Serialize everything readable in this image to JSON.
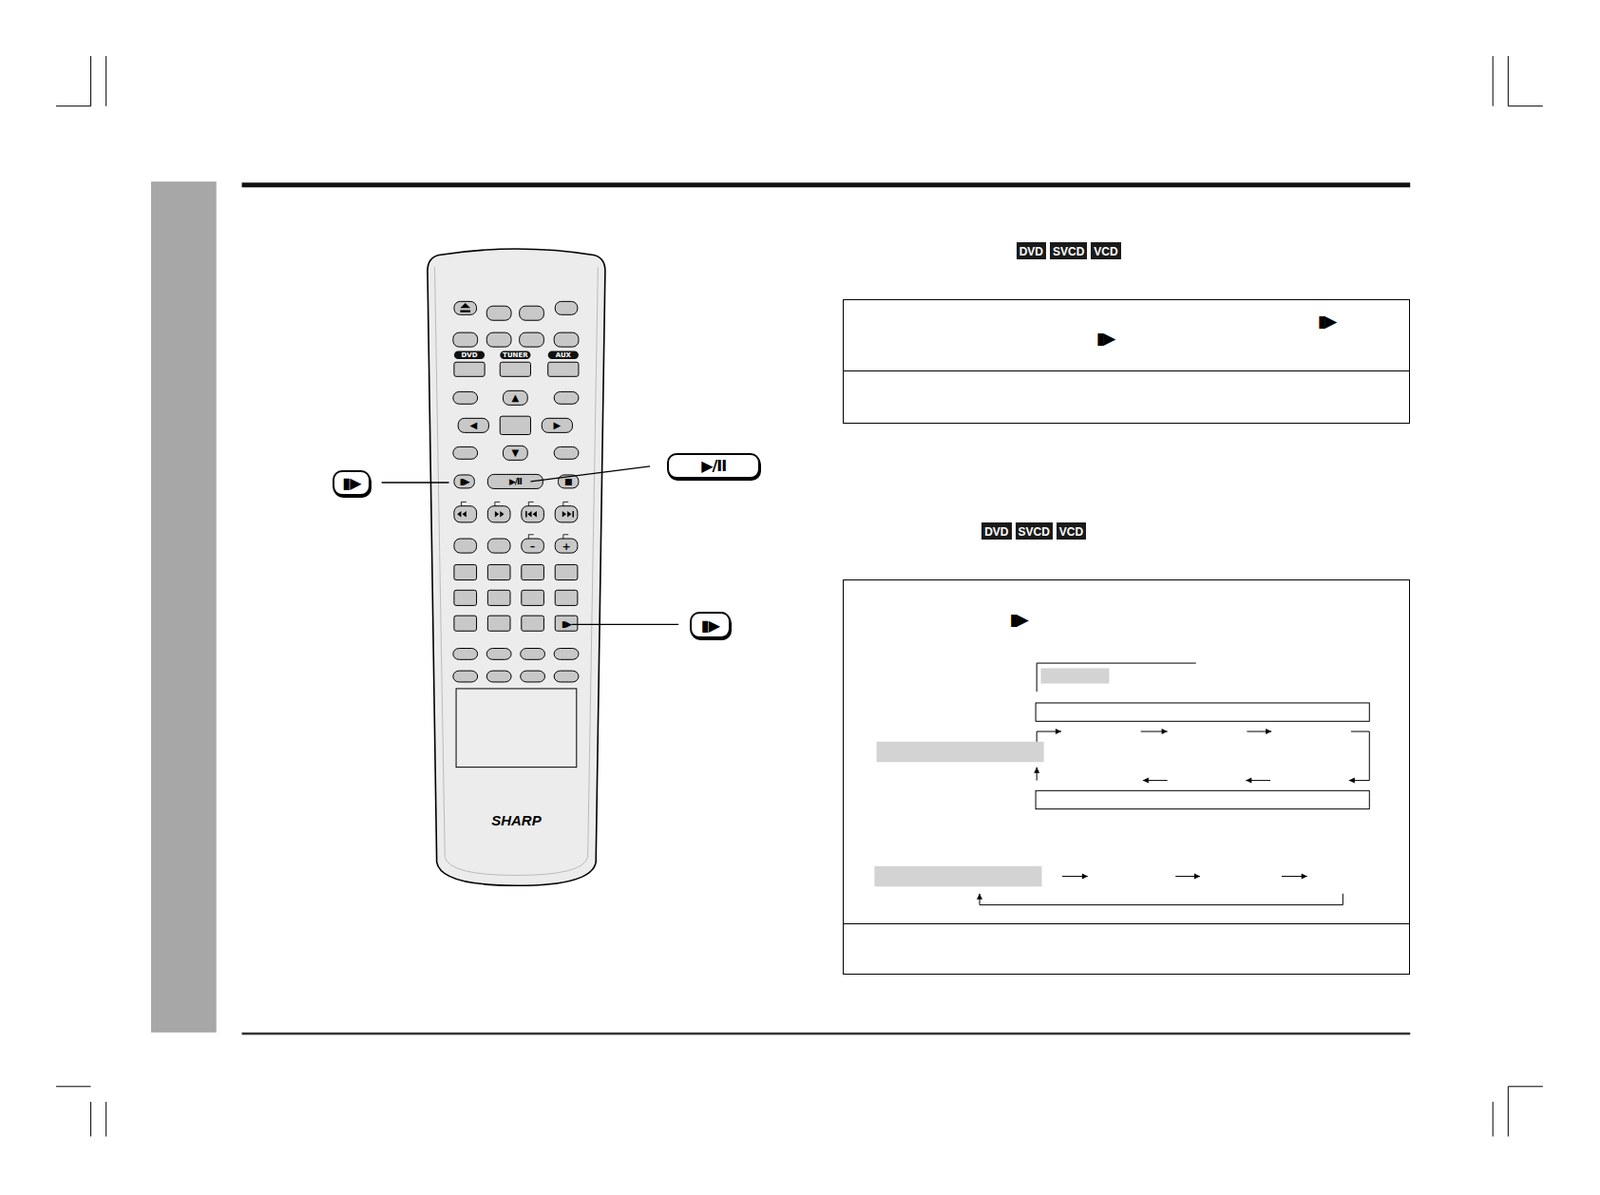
{
  "diagram": {
    "nodes": [
      {
        "text": [
          "DVD"
        ]
      },
      {
        "text": [
          "SVCD"
        ]
      },
      {
        "text": [
          "VCD"
        ]
      },
      {
        "text": [
          "▮▶",
          "▮▶"
        ]
      },
      {
        "text": [
          "DVD"
        ]
      },
      {
        "text": [
          "SVCD"
        ]
      },
      {
        "text": [
          "VCD"
        ]
      },
      {
        "text": [
          "▮▶"
        ]
      },
      {
        "text": [
          "▮▶"
        ]
      },
      {
        "text": [
          "▶/II"
        ]
      },
      {
        "text": [
          "▮▶"
        ]
      }
    ],
    "labels": [
      "DVD",
      "TUNER",
      "AUX",
      "▲",
      "◀",
      "▶",
      "▼",
      "▮▶",
      "▶/II",
      "■",
      "–",
      "+",
      "▮▶",
      "SHARP"
    ]
  }
}
